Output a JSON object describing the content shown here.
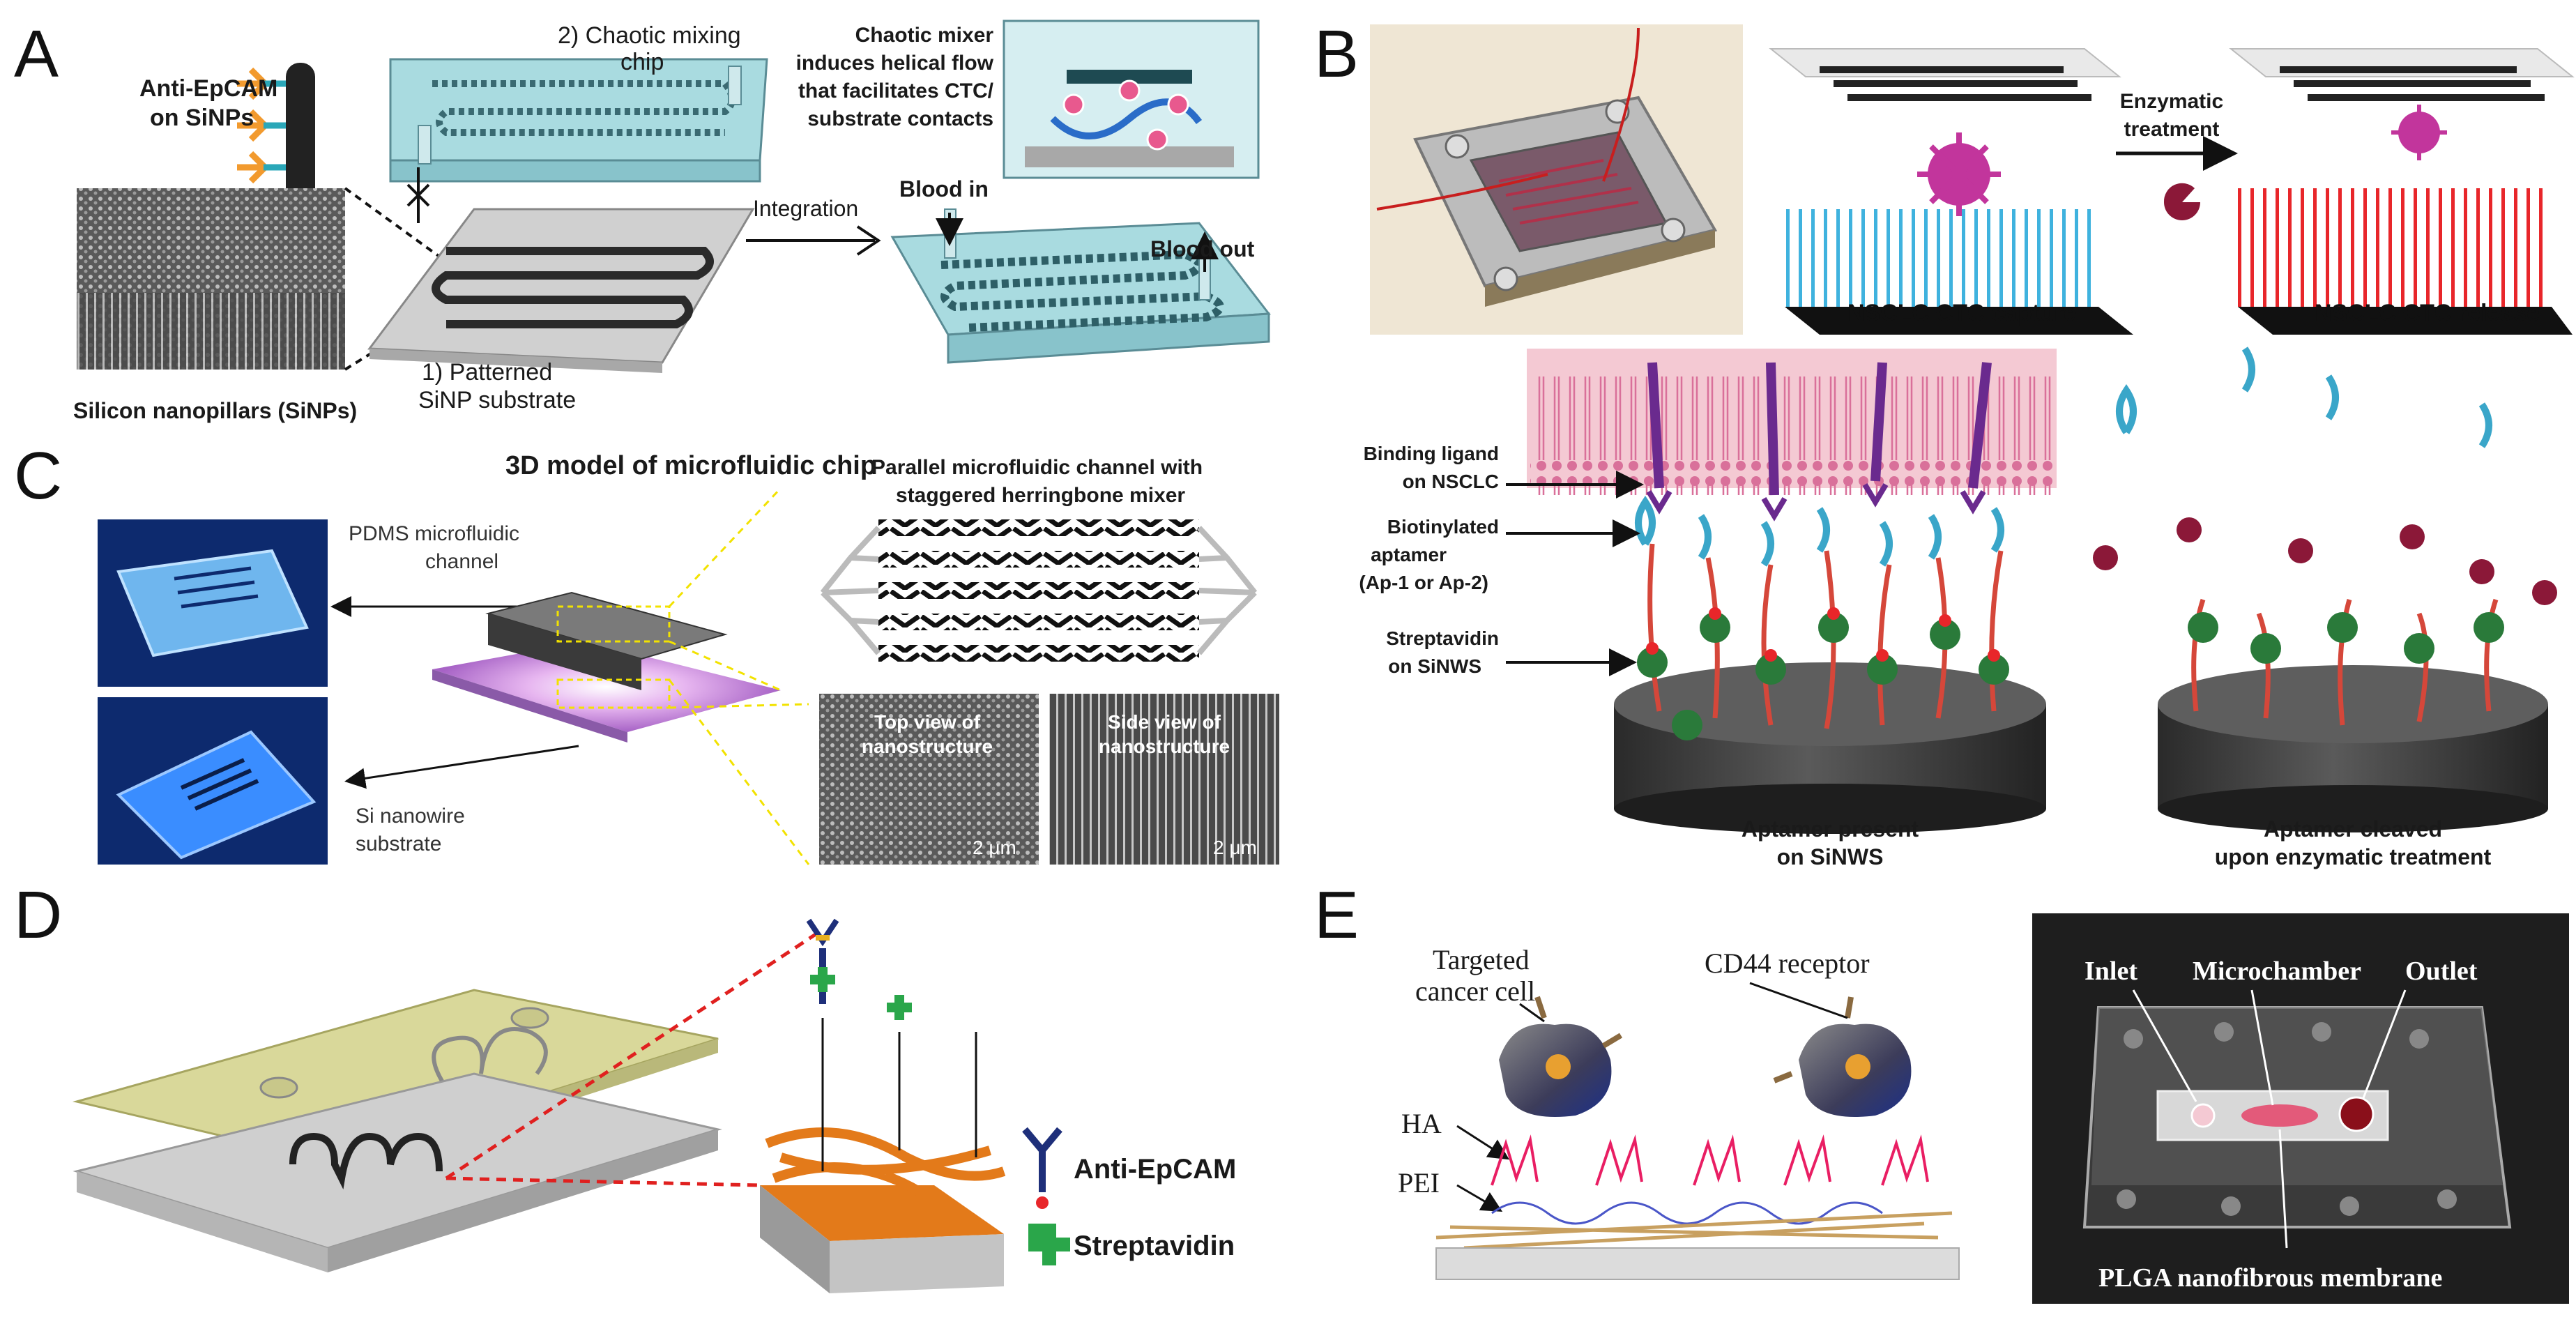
{
  "panels": {
    "A": {
      "letter": "A",
      "anti_epcam": "Anti-EpCAM",
      "on_sinps": "on SiNPs",
      "sinps_label": "Silicon nanopillars (SiNPs)",
      "chaotic_chip_line1": "2) Chaotic mixing",
      "chaotic_chip_line2": "chip",
      "mixer_line1": "Chaotic mixer",
      "mixer_line2": "induces helical flow",
      "mixer_line3": "that facilitates CTC/",
      "mixer_line4": "substrate contacts",
      "integration": "Integration",
      "blood_in": "Blood in",
      "blood_out": "Blood out",
      "patterned_line1": "1) Patterned",
      "patterned_line2": "SiNP substrate"
    },
    "B": {
      "letter": "B",
      "enzymatic_line1": "Enzymatic",
      "enzymatic_line2": "treatment",
      "capture": "NSCLC CTC capture",
      "release": "NSCLC CTC release",
      "binding_line1": "Binding ligand",
      "binding_line2": "on NSCLC",
      "biotin_line1": "Biotinylated",
      "biotin_line2": "aptamer",
      "biotin_line3": "(Ap-1 or Ap-2)",
      "strep_line1": "Streptavidin",
      "strep_line2": "on SiNWS",
      "present_line1": "Aptamer present",
      "present_line2": "on SiNWS",
      "cleaved_line1": "Aptamer cleaved",
      "cleaved_line2": "upon enzymatic treatment"
    },
    "C": {
      "letter": "C",
      "model_title": "3D model of microfluidic chip",
      "parallel_line1": "Parallel microfluidic channel with",
      "parallel_line2": "staggered herringbone mixer",
      "pdms_line1": "PDMS microfluidic",
      "pdms_line2": "channel",
      "si_line1": "Si nanowire",
      "si_line2": "substrate",
      "top_line1": "Top view of",
      "top_line2": "nanostructure",
      "side_line1": "Side view of",
      "side_line2": "nanostructure",
      "scale1": "2 μm",
      "scale2": "2 μm"
    },
    "D": {
      "letter": "D",
      "anti_epcam": "Anti-EpCAM",
      "streptavidin": "Streptavidin"
    },
    "E": {
      "letter": "E",
      "targeted_line1": "Targeted",
      "targeted_line2": "cancer cell",
      "cd44": "CD44 receptor",
      "ha": "HA",
      "pei": "PEI",
      "inlet": "Inlet",
      "microchamber": "Microchamber",
      "outlet": "Outlet",
      "plga": "PLGA nanofibrous membrane"
    }
  },
  "colors": {
    "chip_cyan": "#a9dbe0",
    "nanowire_blue": "#3fb2de",
    "nanowire_red": "#e8262a",
    "cell_magenta": "#c2359c",
    "membrane_pink": "#f4c9d3",
    "lipid_pink": "#d9709a",
    "ligand_purple": "#6a2a8e",
    "aptamer_cyan": "#3aa6c9",
    "streptavidin_green": "#2a7a3a",
    "enzyme_maroon": "#8b1838",
    "fiber_orange": "#e37a1a",
    "chip_olive": "#d9d89a",
    "chevron_yellow": "#f2e200",
    "laser_red": "#e0201f"
  }
}
